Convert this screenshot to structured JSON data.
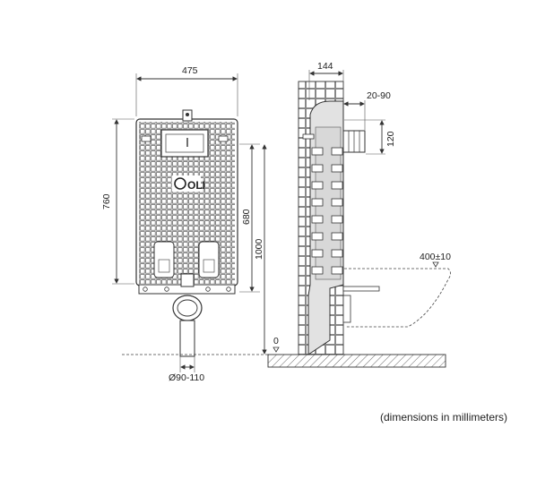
{
  "front_view": {
    "width_label": "475",
    "frame_height_label": "760",
    "inner_height_label": "680",
    "total_height_label": "1000",
    "drain_diameter_label": "Ø90-110",
    "logo_text": "OLI"
  },
  "side_view": {
    "depth_label": "144",
    "offset_label": "20-90",
    "pipe_height_label": "120",
    "bowl_height_label": "400±10",
    "floor_label": "0"
  },
  "footnote": "(dimensions in millimeters)"
}
